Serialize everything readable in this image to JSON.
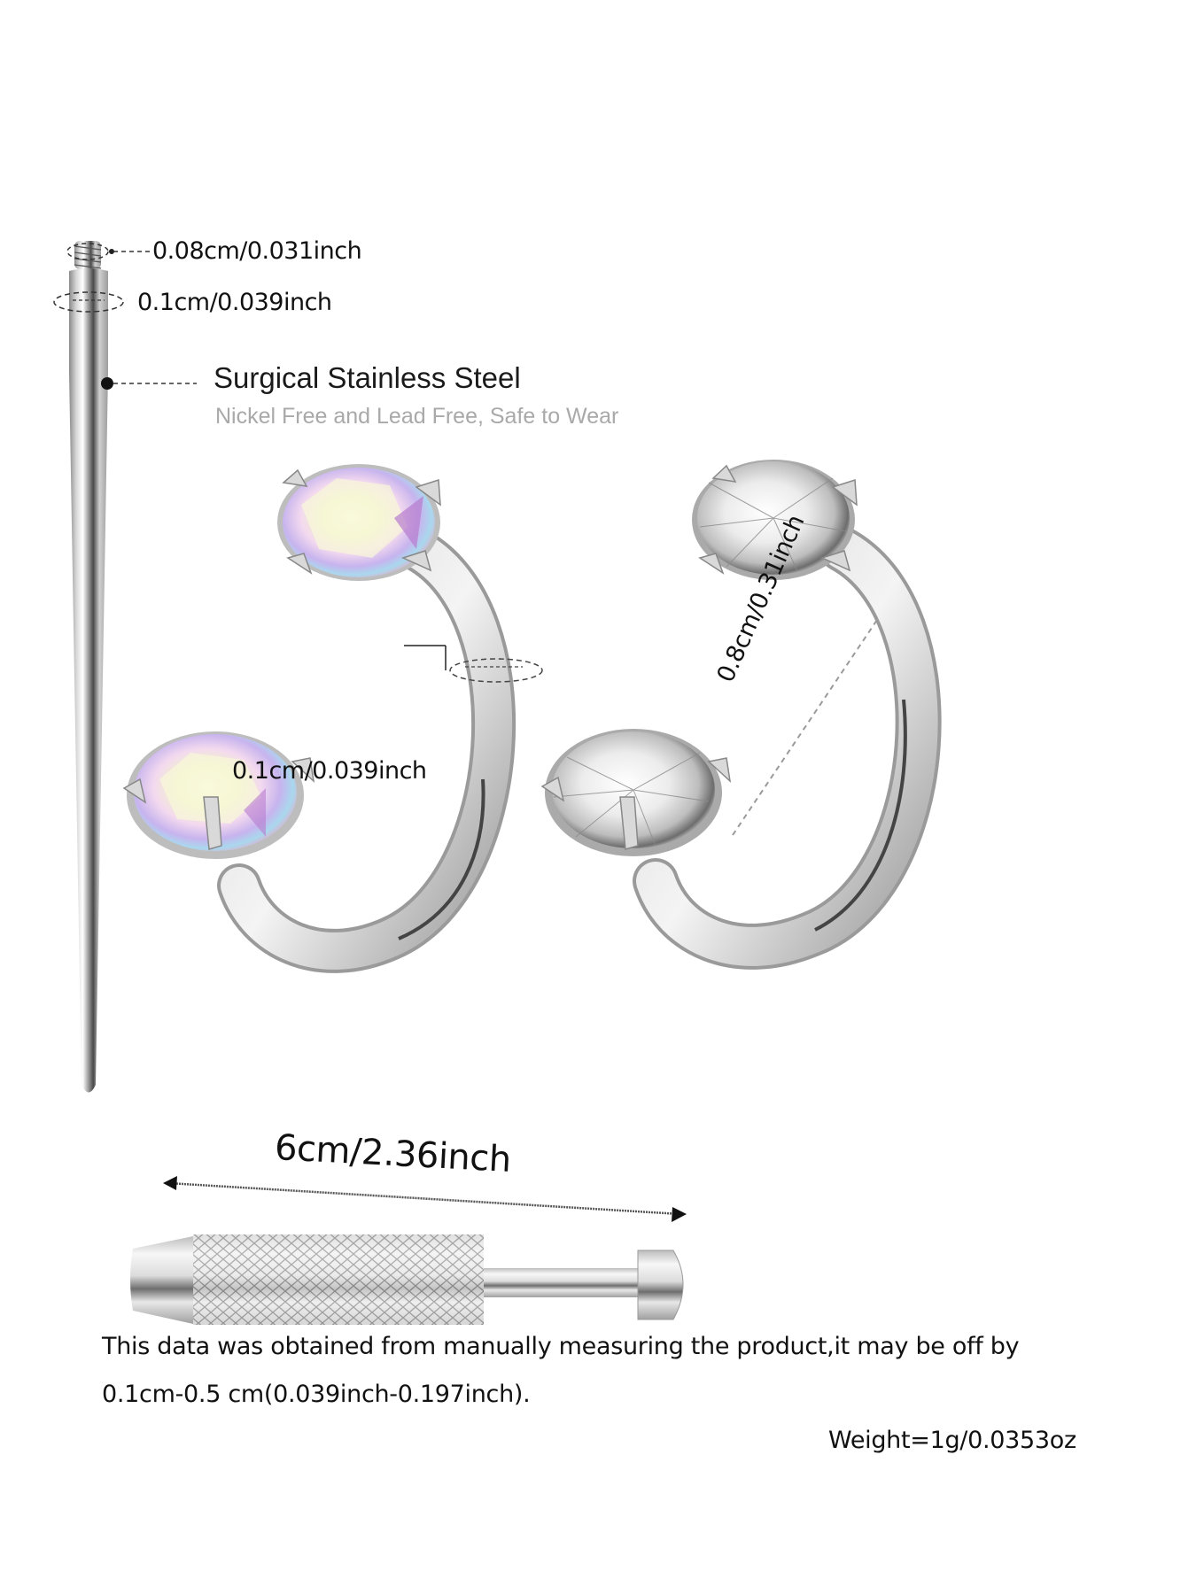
{
  "needle": {
    "thread_diameter_label": "0.08cm/0.031inch",
    "shaft_diameter_label": "0.1cm/0.039inch",
    "material_title": "Surgical Stainless Steel",
    "material_subtitle": "Nickel Free and Lead Free, Safe to Wear"
  },
  "earrings": {
    "bar_thickness_label": "0.1cm/0.039inch",
    "inner_diameter_label": "0.8cm/0.31inch",
    "left_gem": "aurora-borealis-crystal",
    "right_gem": "clear-crystal"
  },
  "tool": {
    "length_label": "6cm/2.36inch"
  },
  "footer": {
    "disclaimer_line1": "This data was obtained from manually measuring the product,it may be off by",
    "disclaimer_line2": "0.1cm-0.5 cm(0.039inch-0.197inch).",
    "weight": "Weight=1g/0.0353oz"
  },
  "colors": {
    "background": "#ffffff",
    "text": "#111111",
    "subtitle": "#a9a9a9",
    "metal_light": "#f2f2f2",
    "metal_mid": "#c4c4c4",
    "metal_dark": "#7a7a7a"
  }
}
